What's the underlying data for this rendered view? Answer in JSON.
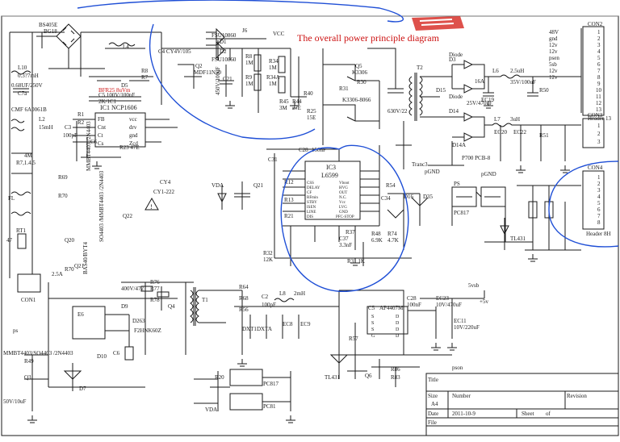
{
  "title": "The overall power principle diagram",
  "colors": {
    "wire": "#1a1a1a",
    "label_red": "#cc1111",
    "annotation_blue": "#1f4fd6",
    "grid": "#bbbbbb"
  },
  "left_section": {
    "bridge": "BS405E",
    "bridge_sub": "BG18",
    "l10": "L10",
    "l10_val": "0.3?7mH",
    "c7a": "0.68UF/250V",
    "c7a_label": "C7a",
    "cmf": "CMF 6A0061B",
    "l2": "L2",
    "l2_val": "15mH",
    "rt": "4M",
    "rt_label": "R7,1.4.5",
    "fl": "FL",
    "rt1": "RT1",
    "rt1_val": "47",
    "con1": "CON1",
    "r70": "R70",
    "r69": "R69",
    "ql": "Q20",
    "mmbt": "MMBT4403 /2N4403",
    "mmbt2": "SO4403 /MMBT4403 /2N4403",
    "q21": "Q21",
    "q22": "Q22",
    "bst": "BAS40/BYT4"
  },
  "ic1": {
    "name": "IC1 NCP1606",
    "pins_left": [
      "FB",
      "Cnt",
      "Ct",
      "Cs"
    ],
    "pins_right": [
      "vcc",
      "drv",
      "gnd",
      "Zcd"
    ],
    "c3": "C3",
    "c3v": "100pF",
    "r1": "R1",
    "r2": "R2",
    "r23": "R23 47E",
    "c6": "C6",
    "c5": "C5 100V/100nF",
    "c4": "2K/1C1",
    "l4": "L4",
    "r7": "R7",
    "r8": "R8",
    "d5": "D5",
    "bfsd": "BFR25 8uVm"
  },
  "pfc": {
    "c4x": "C4 CY4V/105",
    "j6": "J6",
    "vcc": "VCC",
    "fr1": "FSU10860",
    "fr2": "FSU10860",
    "d1": "D1",
    "d2": "D2",
    "q2": "Q2",
    "q2v": "MDF11N50",
    "c21": "C21",
    "c21v": "450V/100uF",
    "r34": "R34",
    "r34v": "1M",
    "r34a": "R34A",
    "r34av": "1M",
    "r8": "R8",
    "r8v": "1M",
    "r9": "R9",
    "r9v": "1M"
  },
  "resonant": {
    "q5": "Q5",
    "q5v": "K3306",
    "r30": "R30",
    "r31": "R31",
    "r40": "R40",
    "r45": "R45",
    "r45v": "3M",
    "r44": "R44",
    "r44v": "2?E",
    "r25": "R25",
    "r25v": "15E",
    "k2": "K3306-8066",
    "c30": "630V/22",
    "c28": "C28",
    "c28v": "150nF",
    "t2": "T2",
    "tran": "Tranc3",
    "pgnd": "pGND"
  },
  "ic3": {
    "name": "IC3",
    "part": "L6599",
    "pins_left": [
      "CSS",
      "DELAY",
      "CF",
      "RFmin",
      "STBY",
      "ISEN",
      "LINE",
      "DIS"
    ],
    "pins_right": [
      "Vboot",
      "HVG",
      "OUT",
      "N.C.",
      "Vcc",
      "LVG",
      "GND",
      "PFC-STOP"
    ],
    "vda": "VDA",
    "q21b": "Q21",
    "c31": "C31",
    "r12": "R12",
    "r13": "R13",
    "r21": "R21",
    "r37": "R37",
    "c37": "C37",
    "c37v": "3.3nF",
    "r48": "R48",
    "r48v": "6.9K",
    "r74": "R74",
    "r74v": "4.7K",
    "r31k": "R31 1K",
    "r54": "R54",
    "c34": "C34",
    "d16": "D16",
    "d35": "D35",
    "pc5": "PS",
    "pc5v": "PC817",
    "tl431": "TL431",
    "r32": "R32",
    "r32v": "12K",
    "y4": "CY4",
    "y4v": "CY1-222"
  },
  "outputs": {
    "d3": "D3",
    "d3v": "Diode",
    "d15": "D15",
    "d15v": "Diode",
    "d14": "D14",
    "d14a": "D14A",
    "l6": "L6",
    "l6v": "2.5uH",
    "l7": "L7",
    "l7v": "3uH",
    "c16a": "16A",
    "c35": "35V/100uF",
    "c25": "25V/470uF",
    "ec19": "EC19",
    "ec20": "EC20",
    "ec22": "EC22",
    "r50": "R50",
    "r51": "R51",
    "p700": "P700 PCB-8",
    "pgnd": "pGND"
  },
  "con2": {
    "name": "CON2",
    "footer": "Header 13",
    "pins": [
      "1",
      "2",
      "3",
      "4",
      "5",
      "6",
      "7",
      "8",
      "9",
      "10",
      "11",
      "12",
      "13"
    ],
    "labels": [
      "48V",
      "gnd",
      "12v",
      "12v",
      "psen",
      "5sb",
      "12v",
      "12v"
    ]
  },
  "con3": {
    "name": "CON3",
    "pins": [
      "1",
      "2",
      "3"
    ]
  },
  "con4": {
    "name": "CON4",
    "footer": "Header 8H",
    "pins": [
      "1",
      "2",
      "3",
      "4",
      "5",
      "6",
      "7",
      "8"
    ]
  },
  "standby": {
    "r76": "R76",
    "r77": "R77",
    "r78": "R78",
    "q4": "Q4",
    "c6v": "400V/472",
    "e6": "E6",
    "t1": "T1",
    "f2hnk": "F2HNK60Z",
    "d9": "D9",
    "d10": "D10",
    "d263": "D263",
    "r64": "R64",
    "r68": "R68",
    "r56": "R56",
    "c2": "C2",
    "c2v": "100pF",
    "l8": "L8",
    "l8v": "2mH",
    "dxt": "DXT1",
    "dxtv": "DXTA",
    "ec8": "EC8",
    "ec9": "EC9",
    "c5": "C5",
    "c5v": "AP4407M",
    "c5pins": [
      "S",
      "D",
      "S",
      "D",
      "S",
      "D",
      "G",
      "D"
    ],
    "c28b": "C28",
    "c28bv": "100nF",
    "ec23": "EC23",
    "ec23v": "10V/470uF",
    "ec11": "EC11",
    "ec11v": "10V/220uF",
    "r57": "R57",
    "tl43": "TL431",
    "pc817a": "PC817",
    "pc81": "PC81",
    "q6": "Q6",
    "r86": "R86",
    "r83": "R83",
    "mmbt": "MMBT4403/SO4403 /2N4403",
    "c50": "50V/10uF",
    "q3": "Q3",
    "r49": "R49",
    "c6a": "C6",
    "d7": "D7",
    "ps0n": "ps",
    "vda2": "VDA",
    "5vsb": "5vsb",
    "15v": "+5v",
    "pson": "pson",
    "25a": "2.5A",
    "r20": "R20",
    "r70b": "R70"
  },
  "title_block": {
    "title_label": "Title",
    "size_label": "Size",
    "size": "A4",
    "number_label": "Number",
    "revision_label": "Revision",
    "date_label": "Date",
    "date": "2011-10-9",
    "sheet_label": "Sheet",
    "of_label": "of",
    "file_label": "File"
  }
}
